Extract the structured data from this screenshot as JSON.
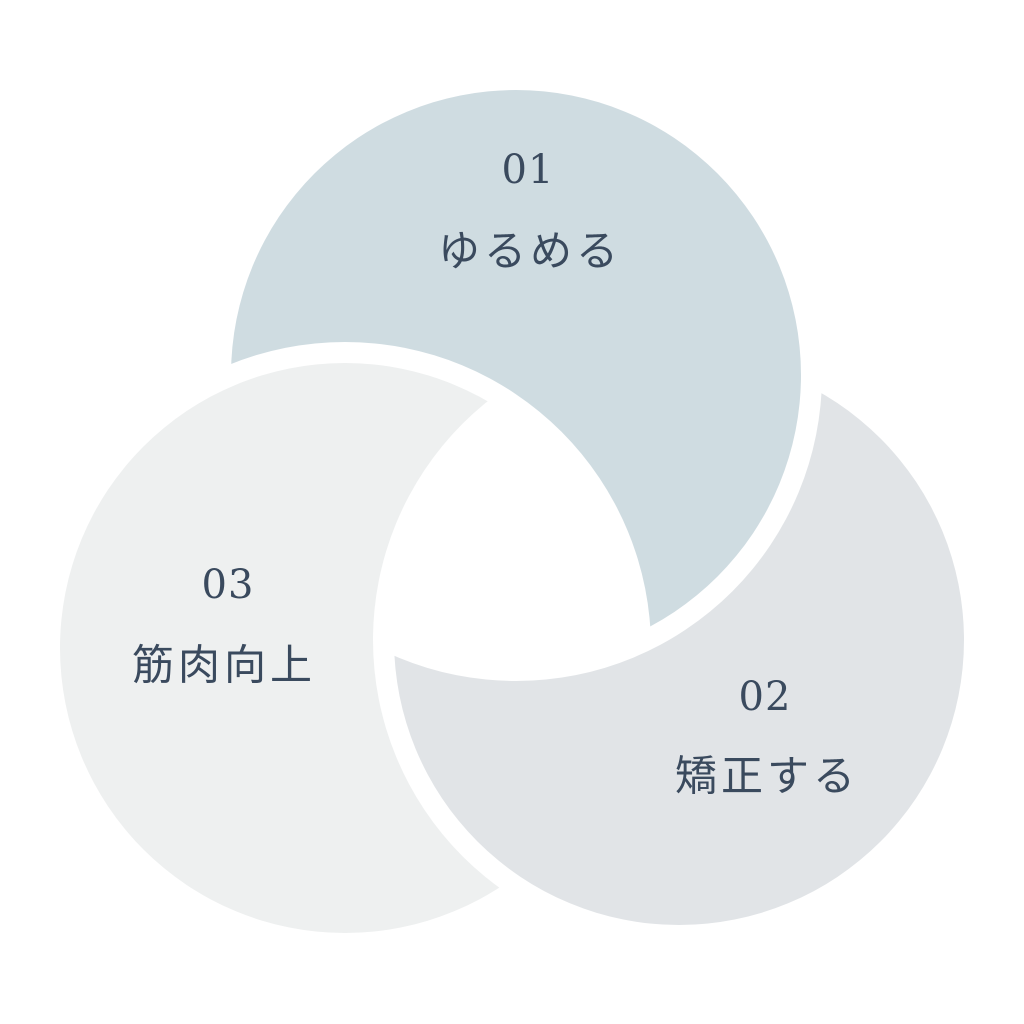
{
  "segments": [
    {
      "number": "01",
      "label": "ゆるめる",
      "color": "#cfdce1"
    },
    {
      "number": "02",
      "label": "矯正する",
      "color": "#e1e4e7"
    },
    {
      "number": "03",
      "label": "筋肉向上",
      "color": "#eef0f0"
    }
  ],
  "text_color": "#3a4a5e"
}
